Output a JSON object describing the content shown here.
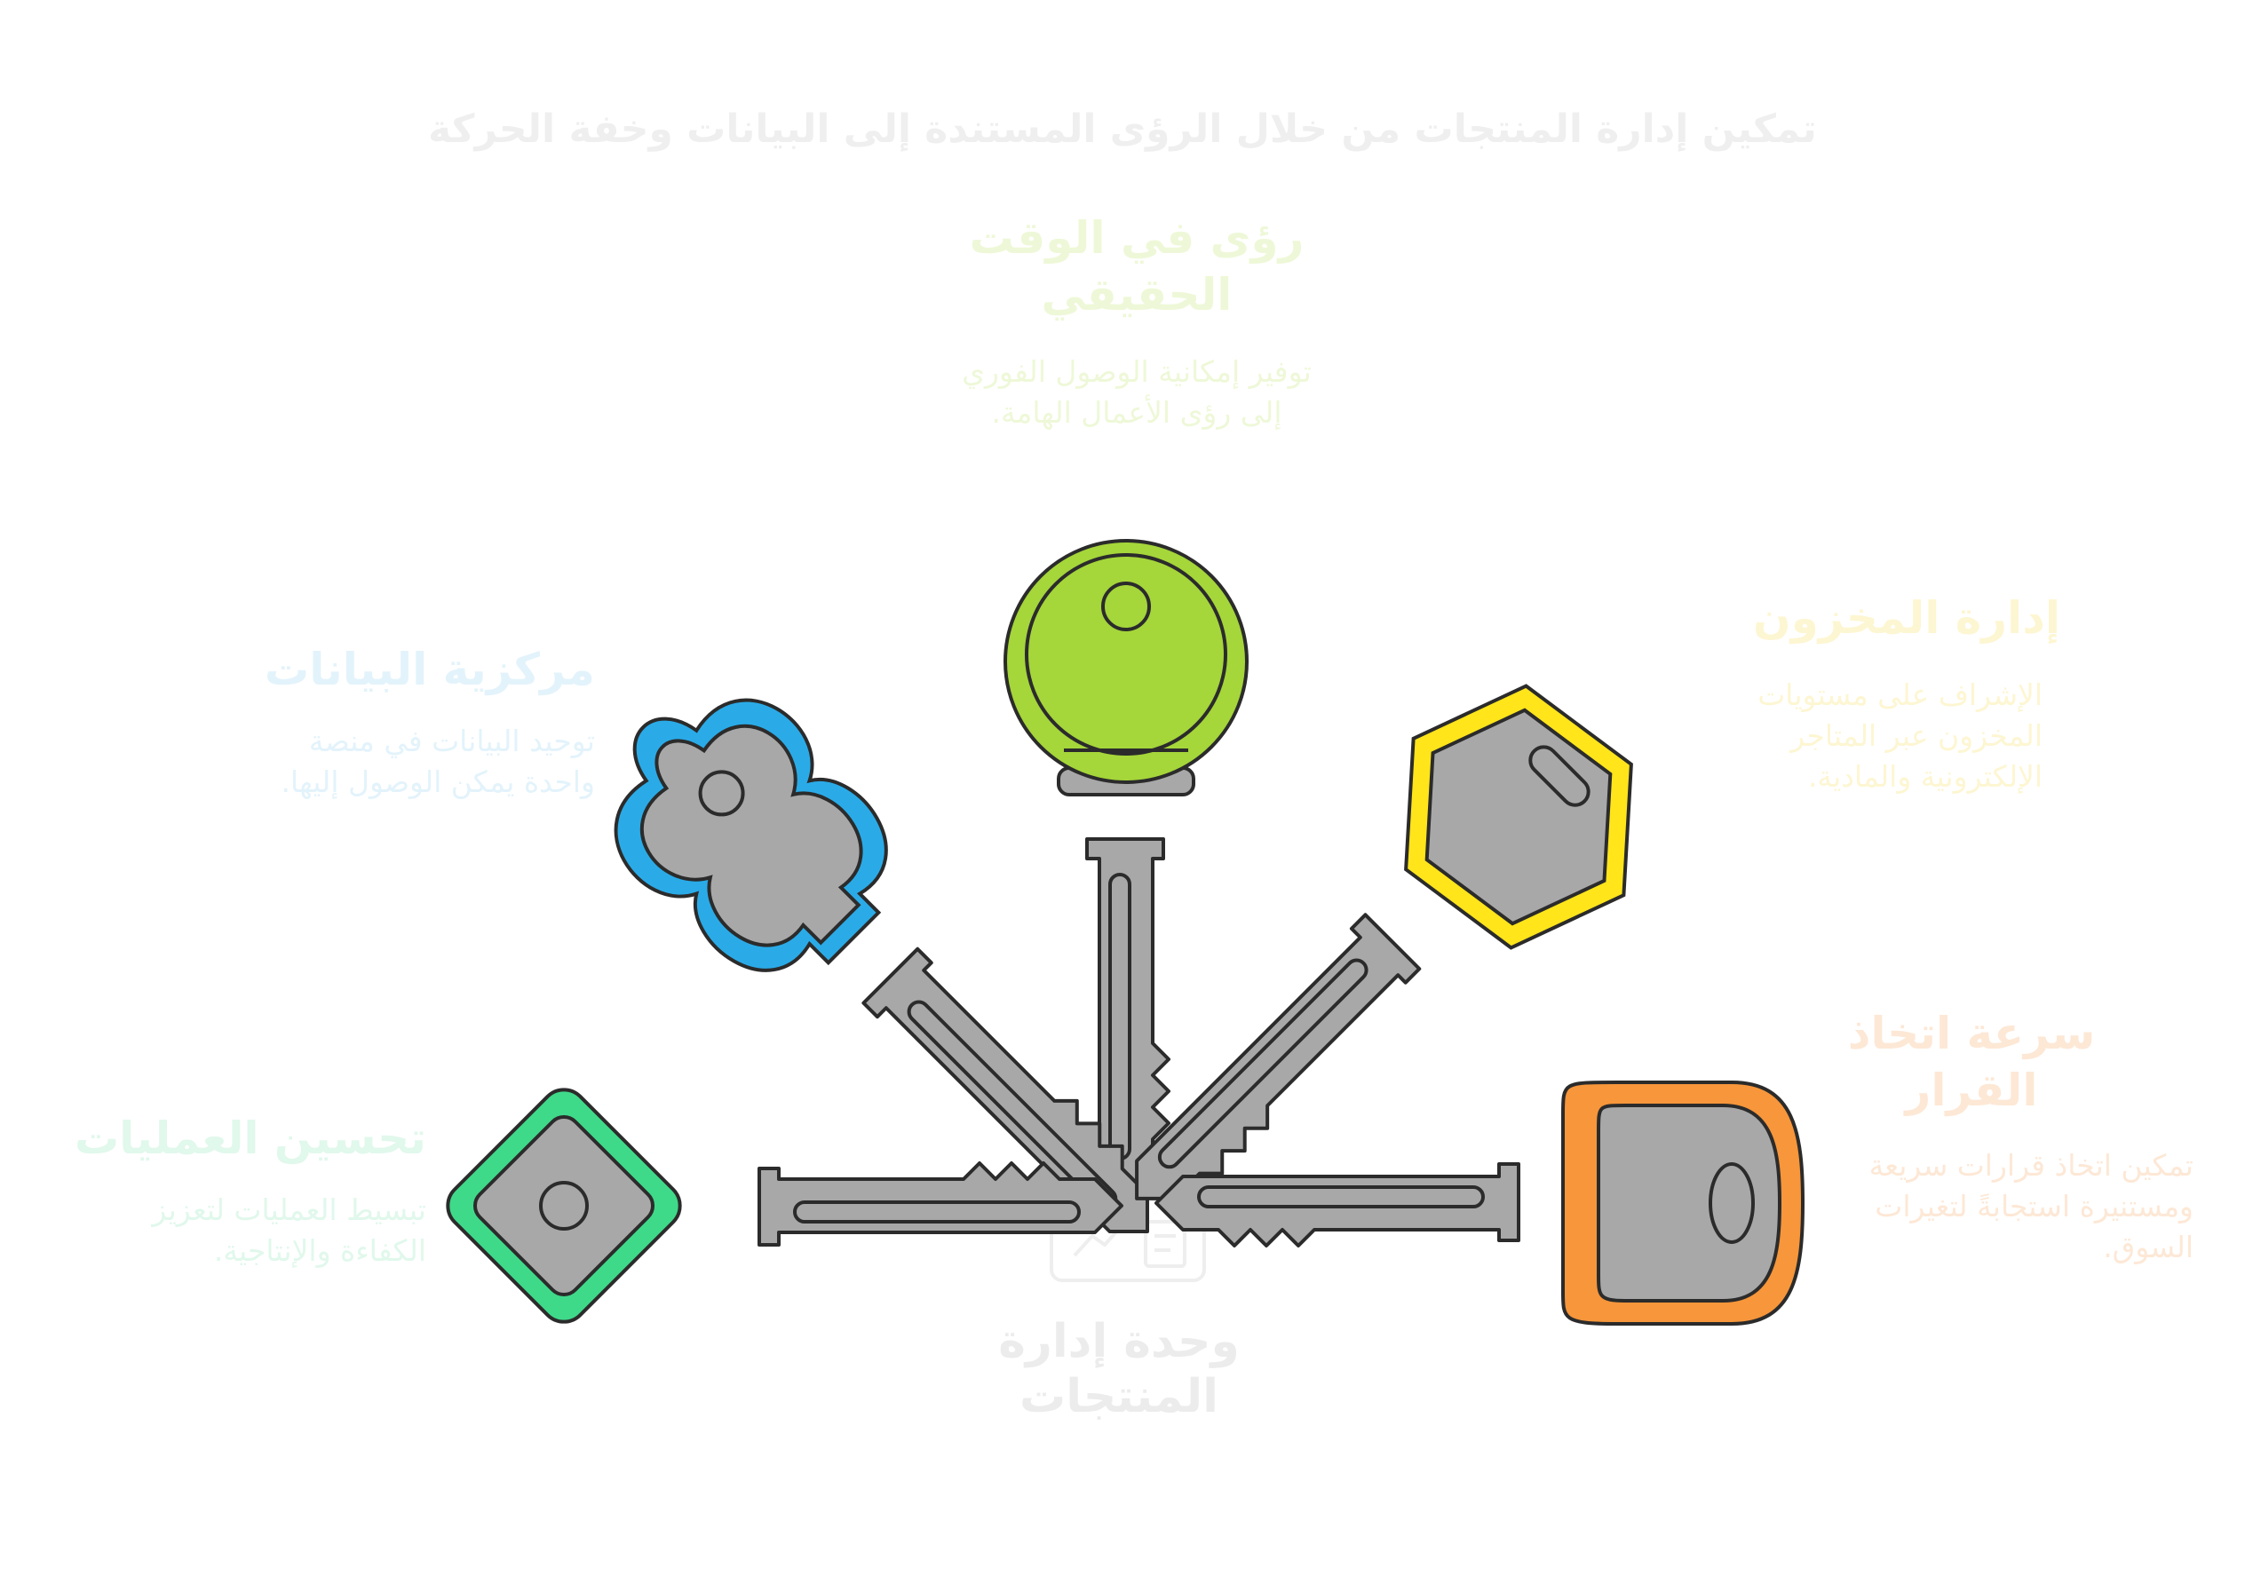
{
  "title": "تمكين إدارة المنتجات من خلال الرؤى المستندة إلى البيانات وخفة الحركة",
  "center": {
    "label": "وحدة إدارة المنتجات",
    "icon": "dashboard-icon"
  },
  "items": [
    {
      "heading": "رؤى في الوقت الحقيقي",
      "description": "توفير إمكانية الوصول الفوري إلى رؤى الأعمال الهامة.",
      "color": "#a5d63a",
      "text_color": "#eef8d8",
      "icon": "green-key-icon"
    },
    {
      "heading": "مركزية البيانات",
      "description": "توحيد البيانات في منصة واحدة يمكن الوصول إليها.",
      "color": "#2aabe8",
      "text_color": "#e3f3fb",
      "icon": "blue-key-icon"
    },
    {
      "heading": "إدارة المخزون",
      "description": "الإشراف على مستويات المخزون عبر المتاجر الإلكترونية والمادية.",
      "color": "#ffe51a",
      "text_color": "#fdf6d2",
      "icon": "yellow-key-icon"
    },
    {
      "heading": "تحسين العمليات",
      "description": "تبسيط العمليات لتعزيز الكفاءة والإنتاجية.",
      "color": "#3fd98a",
      "text_color": "#e1f8ec",
      "icon": "green-diamond-key-icon"
    },
    {
      "heading": "سرعة اتخاذ القرار",
      "description": "تمكين اتخاذ قرارات سريعة ومستنيرة استجابةً لتغيرات السوق.",
      "color": "#f7963a",
      "text_color": "#fde8d6",
      "icon": "orange-key-icon"
    }
  ]
}
